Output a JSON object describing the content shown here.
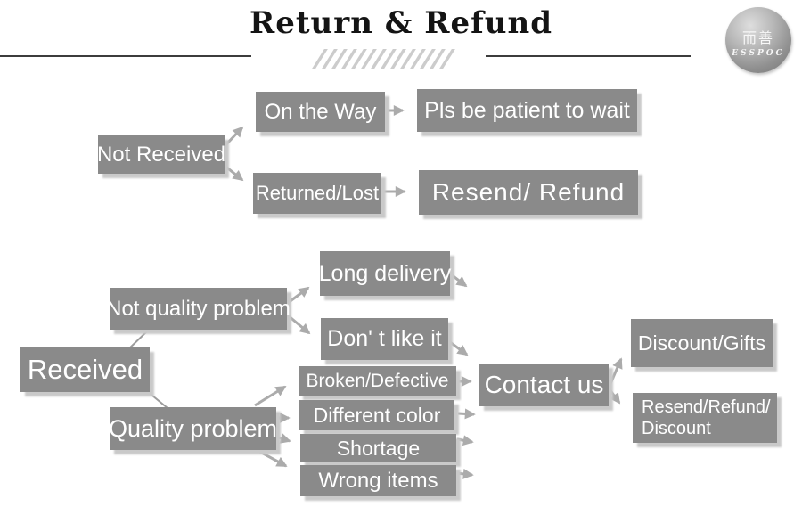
{
  "header": {
    "title": "Return & Refund",
    "logo_cn": "而善",
    "logo_en": "ESSPOC"
  },
  "nodes": {
    "not_received": "Not Received",
    "on_the_way": "On the Way",
    "pls_wait": "Pls be patient to wait",
    "returned_lost": "Returned/Lost",
    "resend_refund": "Resend/ Refund",
    "received": "Received",
    "not_quality_problem": "Not quality problem",
    "long_delivery": "Long delivery",
    "dont_like_it": "Don' t like it",
    "quality_problem": "Quality problem",
    "broken_defective": "Broken/Defective",
    "different_color": "Different color",
    "shortage": "Shortage",
    "wrong_items": "Wrong items",
    "contact_us": "Contact us",
    "discount_gifts": "Discount/Gifts",
    "resend_refund_discount": "Resend/Refund/ Discount"
  },
  "colors": {
    "box_background": "#8a8a8a",
    "box_text": "#ffffff",
    "box_shadow": "#c9c9c9",
    "arrow": "#ababab",
    "header_rule": "#3c3c3c",
    "hatch": "#cccccc",
    "title_text": "#141414",
    "background": "#ffffff"
  }
}
